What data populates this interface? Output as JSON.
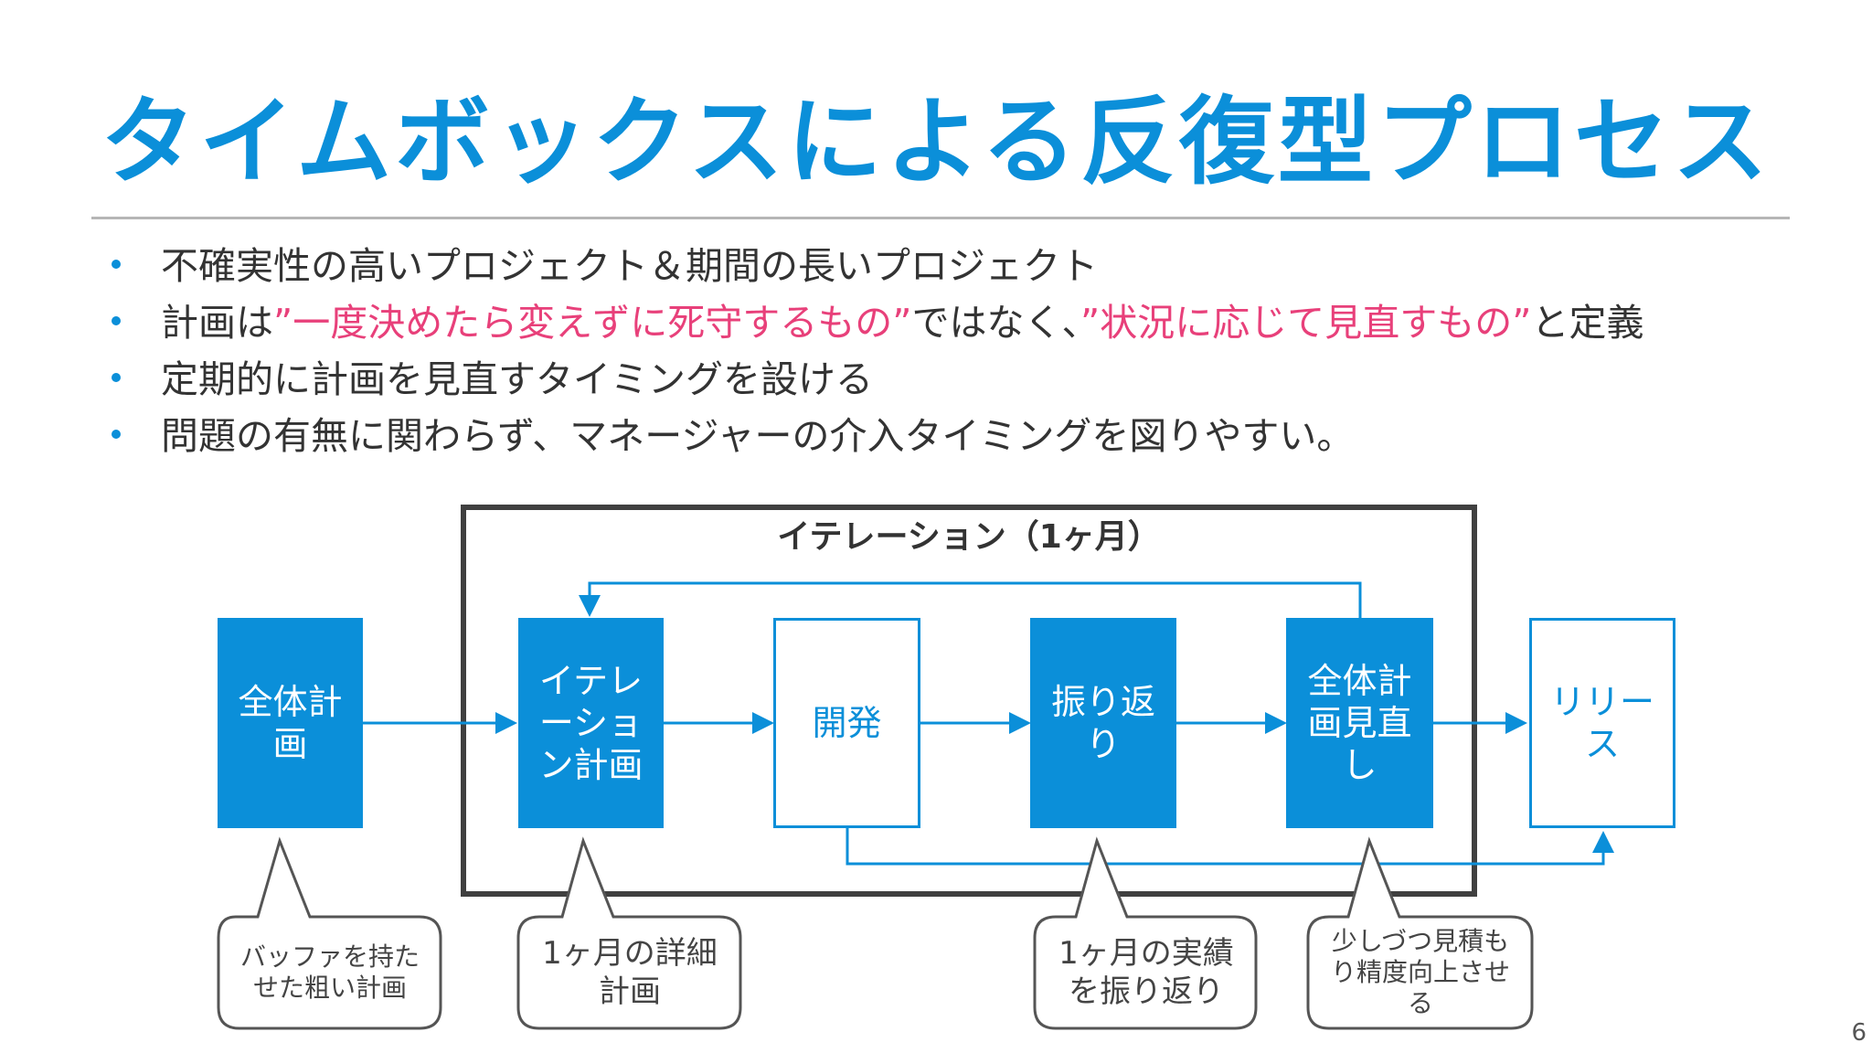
{
  "title": "タイムボックスによる反復型プロセス",
  "bullets": {
    "b1": "不確実性の高いプロジェクト＆期間の長いプロジェクト",
    "b2_pre": "計画は",
    "b2_hl1": "”一度決めたら変えずに死守するもの”",
    "b2_mid": "ではなく、",
    "b2_hl2": "”状況に応じて見直すもの”",
    "b2_post": "と定義",
    "b3": "定期的に計画を見直すタイミングを設ける",
    "b4": "問題の有無に関わらず、マネージャーの介入タイミングを図りやすい。"
  },
  "diagram": {
    "iteration_label": "イテレーション（1ヶ月）",
    "boxes": {
      "overall_plan": "全体計画",
      "iteration_plan": "イテレーション計画",
      "development": "開発",
      "retrospective": "振り返り",
      "plan_review": "全体計画見直し",
      "release": "リリース"
    },
    "callouts": {
      "c1": "バッファを持たせた粗い計画",
      "c2": "1ヶ月の詳細計画",
      "c3": "1ヶ月の実績を振り返り",
      "c4": "少しづつ見積もり精度向上させる"
    }
  },
  "page_number": "6",
  "colors": {
    "accent": "#0b8fd9",
    "highlight": "#e8407a",
    "text": "#333333"
  }
}
